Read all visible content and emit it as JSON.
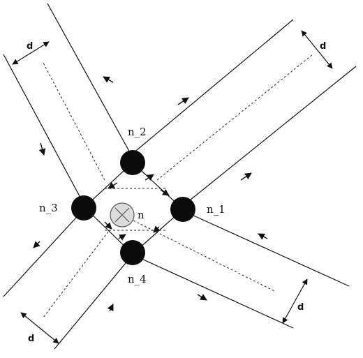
{
  "nodes": {
    "n1_label": "n_1",
    "n2_label": "n_2",
    "n3_label": "n_3",
    "n4_label": "n_4",
    "center_label": "n"
  },
  "dimensions": {
    "top_left_label": "d",
    "top_right_label": "d",
    "bottom_left_label": "d",
    "bottom_right_label": "d"
  }
}
